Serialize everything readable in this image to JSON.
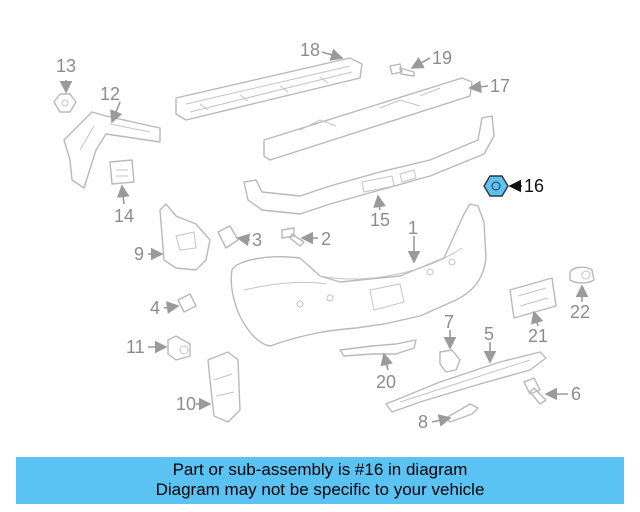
{
  "diagram": {
    "callouts": [
      "1",
      "2",
      "3",
      "4",
      "5",
      "6",
      "7",
      "8",
      "9",
      "10",
      "11",
      "12",
      "13",
      "14",
      "15",
      "16",
      "17",
      "18",
      "19",
      "20",
      "21",
      "22"
    ],
    "highlighted_callout": "16",
    "highlight_color": "#5bc2f4",
    "part_outline_color": "#b9b9b9",
    "label_color": "#8c8c8c"
  },
  "footer": {
    "line1": "Part or sub-assembly is #16 in diagram",
    "line2": "Diagram may not be specific to your vehicle",
    "background": "#5bc2f4"
  }
}
